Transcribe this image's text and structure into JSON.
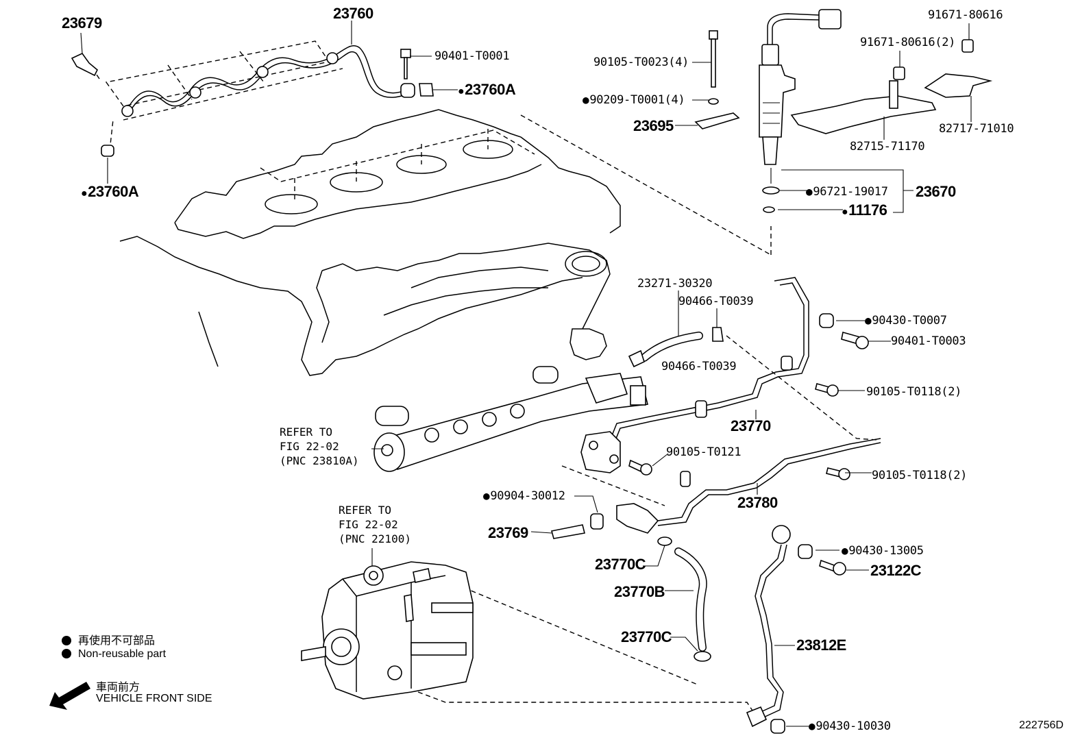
{
  "labels": {
    "p23679": "23679",
    "p23760": "23760",
    "p90401_T0001": "90401-T0001",
    "p23760A_top": "23760A",
    "p23760A_left": "23760A",
    "p90105_T0023": "90105-T0023(4)",
    "p90209_T0001": "90209-T0001(4)",
    "p23695": "23695",
    "p91671_80616": "91671-80616",
    "p91671_80616_2": "91671-80616(2)",
    "p82717_71010": "82717-71010",
    "p82715_71170": "82715-71170",
    "p96721_19017": "96721-19017",
    "p23670": "23670",
    "p11176": "11176",
    "p23271_30320": "23271-30320",
    "p90466_T0039_a": "90466-T0039",
    "p90466_T0039_b": "90466-T0039",
    "p90430_T0007": "90430-T0007",
    "p90401_T0003": "90401-T0003",
    "p90105_T0118_a": "90105-T0118(2)",
    "p23770": "23770",
    "p90105_T0121": "90105-T0121",
    "p90105_T0118_b": "90105-T0118(2)",
    "p23780": "23780",
    "p90904_30012": "90904-30012",
    "p23769": "23769",
    "p23770C_a": "23770C",
    "p23770B": "23770B",
    "p23770C_b": "23770C",
    "p90430_13005": "90430-13005",
    "p23122C": "23122C",
    "p23812E": "23812E",
    "p90430_10030": "90430-10030"
  },
  "refs": {
    "rail": [
      "REFER TO",
      "FIG 22-02",
      "(PNC 23810A)"
    ],
    "pump": [
      "REFER TO",
      "FIG 22-02",
      "(PNC 22100)"
    ]
  },
  "legend": {
    "jp": "再使用不可部品",
    "en": "Non-reusable part",
    "front_jp": "車両前方",
    "front_en": "VEHICLE FRONT SIDE"
  },
  "figure_id": "222756D"
}
